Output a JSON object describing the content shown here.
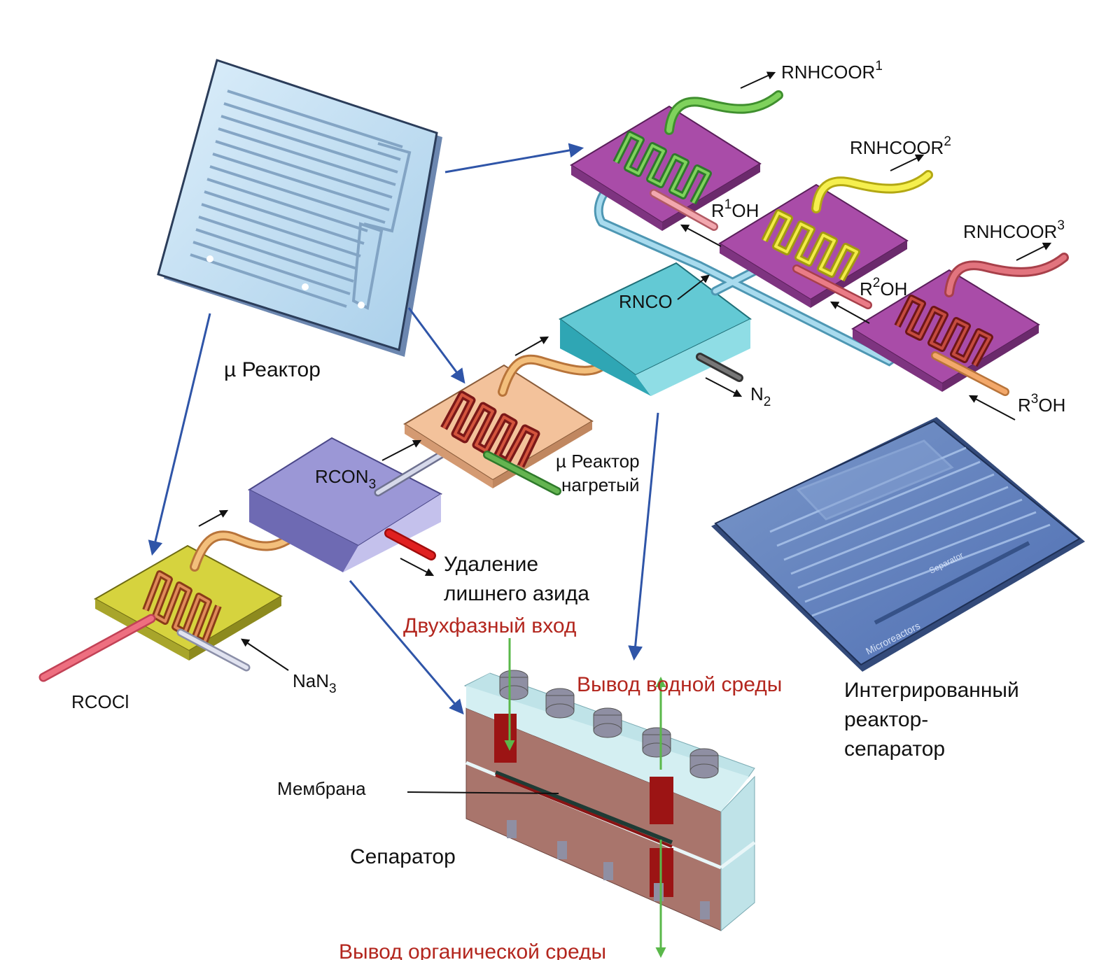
{
  "labels": {
    "rcocl": "RCOCl",
    "nan3": "NaN",
    "nan3_sub": "3",
    "rcon3": "RCON",
    "rcon3_sub": "3",
    "rnco": "RNCO",
    "n2": "N",
    "n2_sub": "2",
    "micro_reactor": "µ Реактор",
    "heated_reactor_line1": "µ Реактор",
    "heated_reactor_line2": "нагретый",
    "azide_removal_line1": "Удаление",
    "azide_removal_line2": "лишнего азида",
    "product1": "RNHCOOR",
    "product1_sup": "1",
    "product2": "RNHCOOR",
    "product2_sup": "2",
    "product3": "RNHCOOR",
    "product3_sup": "3",
    "r1oh_pre": "R",
    "r1oh_sup": "1",
    "r1oh_post": "OH",
    "r2oh_pre": "R",
    "r2oh_sup": "2",
    "r2oh_post": "OH",
    "r3oh_pre": "R",
    "r3oh_sup": "3",
    "r3oh_post": "OH",
    "biphasic_inlet": "Двухфазный вход",
    "aqueous_outlet": "Вывод водной среды",
    "organic_outlet": "Вывод органической среды",
    "membrane": "Мембрана",
    "separator": "Сепаратор",
    "integrated_line1": "Интегрированный",
    "integrated_line2": "реактор-",
    "integrated_line3": "сепаратор",
    "chip_mark_1": "Separator",
    "chip_mark_2": "Microreactors"
  },
  "colors": {
    "yellow_plate": "#d6d33e",
    "purple_block": "#9b97d6",
    "peach_plate": "#f3c29b",
    "teal_block": "#63c9d4",
    "magenta_plate": "#a94ca8",
    "separator_brown": "#a9756c",
    "separator_light": "#bfe3e8",
    "arrow_blue": "#2f55a8",
    "green_arrow": "#5ab84a",
    "red_text": "#b3261e"
  }
}
